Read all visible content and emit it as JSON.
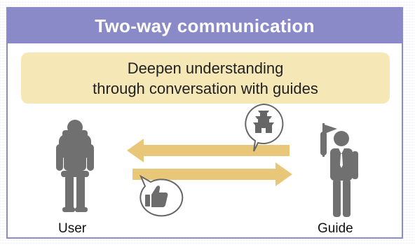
{
  "header": {
    "title": "Two-way communication"
  },
  "banner": {
    "line1": "Deepen understanding",
    "line2": "through conversation with guides"
  },
  "people": {
    "user_label": "User",
    "guide_label": "Guide"
  },
  "icons": {
    "user": "backpacker-icon",
    "guide": "guide-with-flag-icon",
    "guide_bubble": "castle-icon",
    "user_bubble": "thumbs-up-icon"
  },
  "colors": {
    "header": "#8a8ac9",
    "border": "#8b8bc7",
    "banner": "#f6e7b6",
    "arrow": "#e8c878",
    "figure": "#6f6f6f"
  }
}
